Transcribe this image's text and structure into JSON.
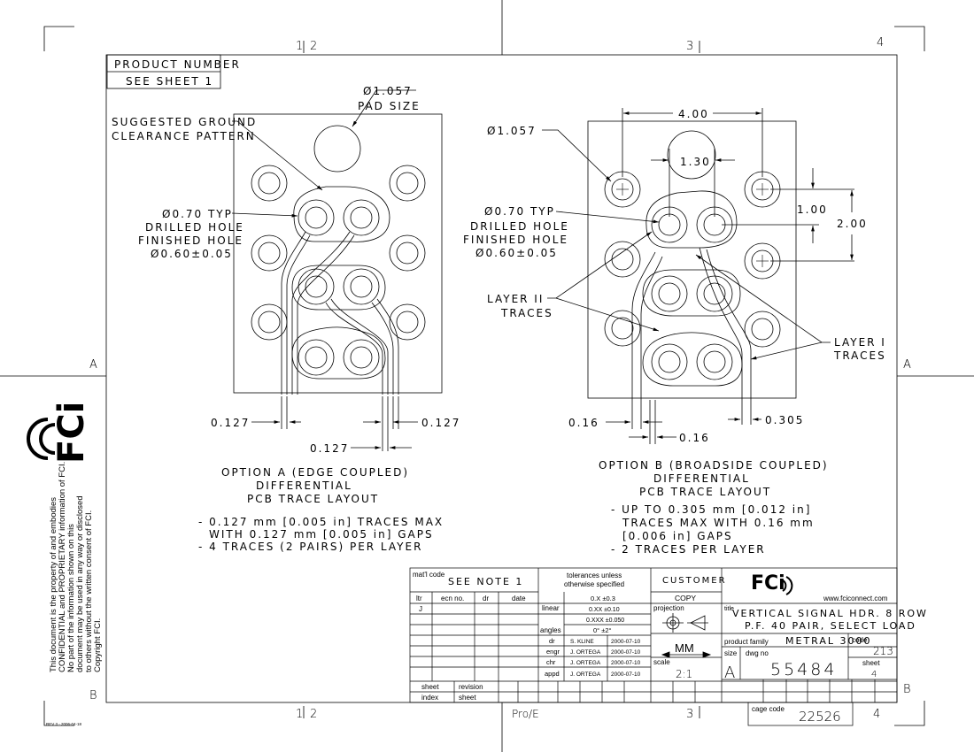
{
  "border": {
    "zone_top": [
      "1",
      "2",
      "3",
      "4"
    ],
    "zone_side": [
      "A",
      "B"
    ]
  },
  "product_number": {
    "label": "PRODUCT NUMBER",
    "value": "SEE SHEET 1"
  },
  "option_a": {
    "pad_size_dim": "Ø1.057",
    "pad_size_label": "PAD SIZE",
    "ground_label_1": "SUGGESTED GROUND",
    "ground_label_2": "CLEARANCE PATTERN",
    "hole_1": "Ø0.70 TYP",
    "hole_2": "DRILLED HOLE",
    "hole_3": "FINISHED HOLE",
    "hole_4": "Ø0.60±0.05",
    "dim_trace_left": "0.127",
    "dim_trace_right": "0.127",
    "dim_gap": "0.127",
    "title_1": "OPTION A (EDGE COUPLED)",
    "title_2": "DIFFERENTIAL",
    "title_3": "PCB TRACE LAYOUT",
    "note_1": "- 0.127 mm [0.005 in] TRACES MAX",
    "note_2": "WITH 0.127 mm [0.005 in] GAPS",
    "note_3": "- 4 TRACES (2 PAIRS) PER LAYER"
  },
  "option_b": {
    "pad_dim": "Ø1.057",
    "dim_width": "4.00",
    "dim_pitch": "1.30",
    "dim_row": "1.00",
    "dim_height": "2.00",
    "hole_1": "Ø0.70 TYP",
    "hole_2": "DRILLED HOLE",
    "hole_3": "FINISHED HOLE",
    "hole_4": "Ø0.60±0.05",
    "layer2_1": "LAYER II",
    "layer2_2": "TRACES",
    "layer1_1": "LAYER I",
    "layer1_2": "TRACES",
    "dim_a": "0.16",
    "dim_b": "0.16",
    "dim_c": "0.305",
    "title_1": "OPTION B (BROADSIDE COUPLED)",
    "title_2": "DIFFERENTIAL",
    "title_3": "PCB TRACE LAYOUT",
    "note_1": "- UP TO 0.305 mm [0.012 in]",
    "note_2": "TRACES MAX WITH 0.16 mm",
    "note_3": "[0.006 in] GAPS",
    "note_4": "- 2 TRACES PER LAYER"
  },
  "confidential": [
    "This document is the property of and embodies",
    "CONFIDENTIAL and PROPRIETARY information of FCI.",
    "No part of the information shown on this",
    "document may be used in any way or disclosed",
    "to others without the written consent of FCI.",
    "Copyright FCI."
  ],
  "logo": {
    "text": "FCi",
    "brand": "#000000"
  },
  "title_block": {
    "matl_code_label": "mat'l code",
    "matl_code_value": "SEE NOTE 1",
    "rev_headers": [
      "ltr",
      "ecn no.",
      "dr",
      "date"
    ],
    "rev_ltr": "J",
    "tol_header_1": "tolerances unless",
    "tol_header_2": "otherwise specified",
    "tol_x": "0.X ±0.3",
    "tol_linear_label": "linear",
    "tol_xx": "0.XX ±0.10",
    "tol_xxx": "0.XXX ±0.050",
    "tol_angles_label": "angles",
    "tol_angles": "0° ±2°",
    "customer_label": "CUSTOMER",
    "copy_label": "COPY",
    "projection_label": "projection",
    "units": "MM",
    "scale_label": "scale",
    "scale_value": "2:1",
    "approvals": [
      {
        "role": "dr",
        "name": "S. KLINE",
        "date": "2000-07-10"
      },
      {
        "role": "engr",
        "name": "J. ORTEGA",
        "date": "2000-07-10"
      },
      {
        "role": "chr",
        "name": "J. ORTEGA",
        "date": "2000-07-10"
      },
      {
        "role": "appd",
        "name": "J. ORTEGA",
        "date": "2000-07-10"
      }
    ],
    "website": "www.fciconnect.com",
    "title_label": "title",
    "title_line_1": "VERTICAL SIGNAL HDR. 8 ROW",
    "title_line_2": "P.F. 40 PAIR, SELECT LOAD",
    "product_family_label": "product family",
    "product_family_value": "METRAL 3000",
    "code_label": "code",
    "code_value": "213",
    "size_label": "size",
    "size_value": "A",
    "dwg_no_label": "dwg no",
    "dwg_no_value": "55484",
    "sheet_label": "sheet",
    "sheet_value": "4",
    "sheet_index_1": "sheet",
    "sheet_index_2": "index",
    "revision_label": "revision",
    "revision_sheet": "sheet",
    "cad": "Pro/E",
    "cage_code_label": "cage code",
    "cage_code_value": "22526"
  },
  "rev_tag": "REV 3 - 2006-04-18"
}
